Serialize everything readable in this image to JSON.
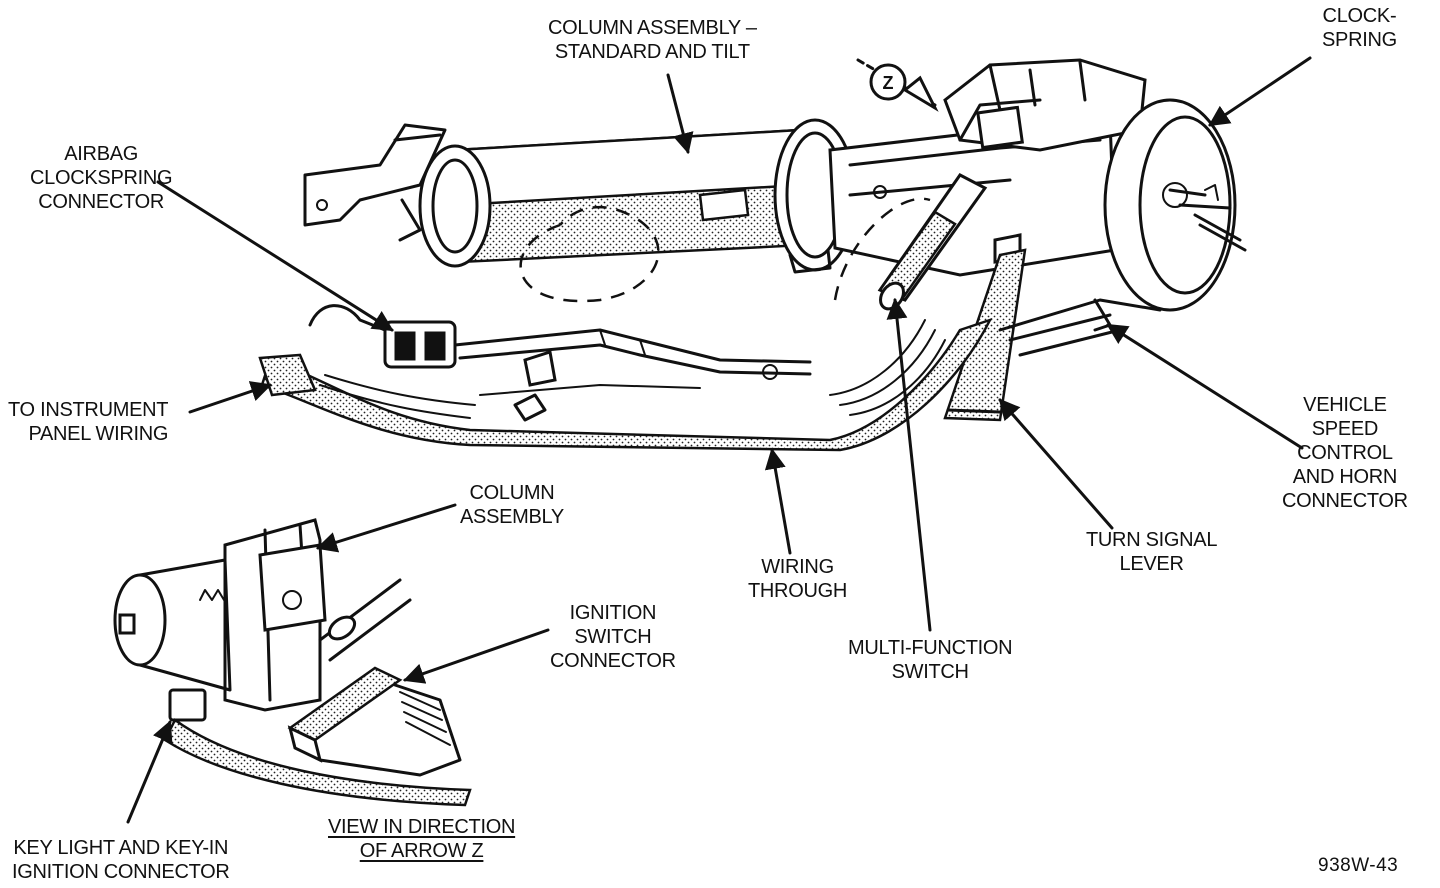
{
  "labels": {
    "column_assembly_title": [
      "COLUMN ASSEMBLY –",
      "STANDARD AND TILT"
    ],
    "clockspring": [
      "CLOCK-",
      "SPRING"
    ],
    "airbag_connector": [
      "AIRBAG",
      "CLOCKSPRING",
      "CONNECTOR"
    ],
    "instrument_panel": [
      "TO INSTRUMENT",
      "PANEL WIRING"
    ],
    "vehicle_speed": [
      "VEHICLE",
      "SPEED",
      "CONTROL",
      "AND HORN",
      "CONNECTOR"
    ],
    "column_assembly": [
      "COLUMN",
      "ASSEMBLY"
    ],
    "turn_signal": [
      "TURN SIGNAL",
      "LEVER"
    ],
    "wiring_through": [
      "WIRING",
      "THROUGH"
    ],
    "ignition_connector": [
      "IGNITION",
      "SWITCH",
      "CONNECTOR"
    ],
    "multi_function": [
      "MULTI-FUNCTION",
      "SWITCH"
    ],
    "key_light": [
      "KEY LIGHT AND KEY-IN",
      "IGNITION CONNECTOR"
    ],
    "view_direction": [
      "VIEW IN DIRECTION",
      "OF ARROW Z"
    ]
  },
  "arrow_z_letter": "Z",
  "figure_code": "938W-43"
}
